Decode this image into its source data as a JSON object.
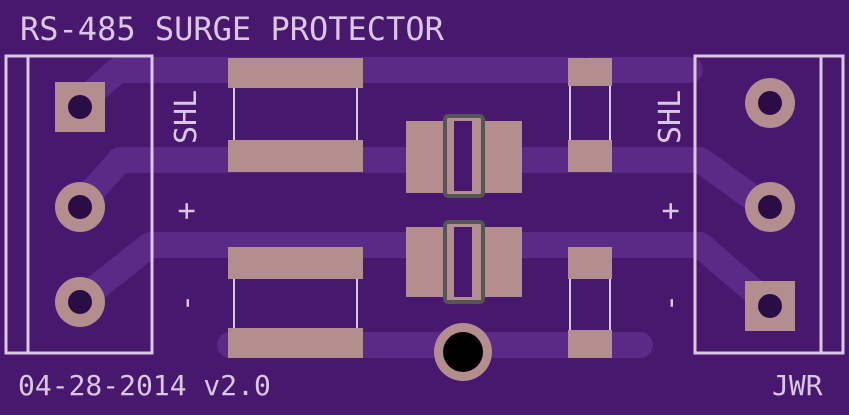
{
  "board": {
    "title": "RS-485 SURGE PROTECTOR",
    "date_version": "04-28-2014 v2.0",
    "initials": "JWR",
    "left_terminal_labels": [
      "SHL",
      "+",
      "-"
    ],
    "right_terminal_labels": [
      "SHL",
      "+",
      "-"
    ]
  },
  "colors": {
    "board": "#48176e",
    "copper_trace": "#5b2a86",
    "pad": "#b48e8e",
    "silkscreen": "#d9c7e3",
    "hole": "#2a0d44"
  },
  "icons": {
    "mounting_hole": "circle-hole-icon",
    "component": "smd-component-icon"
  }
}
